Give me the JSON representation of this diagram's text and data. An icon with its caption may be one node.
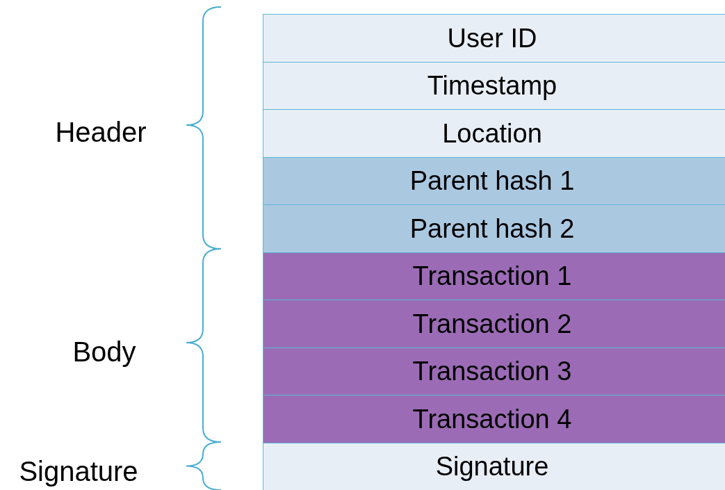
{
  "diagram": {
    "nodes": [
      {
        "text": [
          "User ID"
        ]
      },
      {
        "text": [
          "Timestamp"
        ]
      },
      {
        "text": [
          "Location"
        ]
      },
      {
        "text": [
          "Parent hash 1"
        ]
      },
      {
        "text": [
          "Parent hash 2"
        ]
      },
      {
        "text": [
          "Transaction 1"
        ]
      },
      {
        "text": [
          "Transaction 2"
        ]
      },
      {
        "text": [
          "Transaction 3"
        ]
      },
      {
        "text": [
          "Transaction 4"
        ]
      },
      {
        "text": [
          "Signature"
        ]
      }
    ],
    "edges": [],
    "labels": [
      "Header",
      "Body",
      "Signature"
    ]
  }
}
